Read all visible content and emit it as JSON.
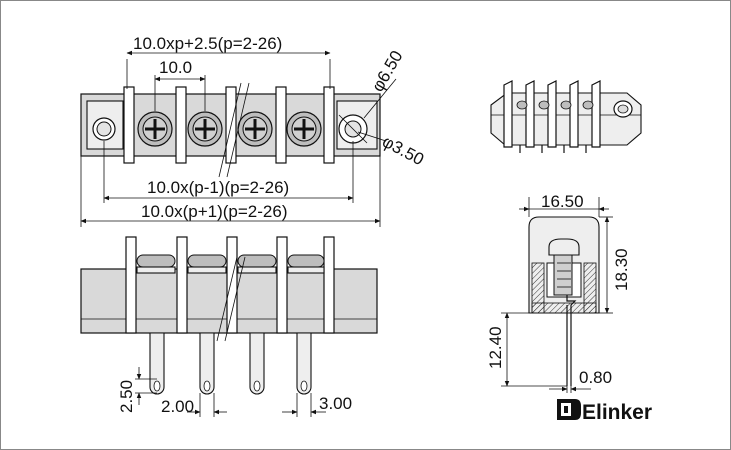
{
  "watermark": "",
  "dimensions": {
    "overall_width": "10.0xp+2.5(p=2-26)",
    "pitch": "10.0",
    "mount_hole_outer": "φ6.50",
    "mount_hole_inner": "φ3.50",
    "hole_span": "10.0x(p-1)(p=2-26)",
    "body_length": "10.0x(p+1)(p=2-26)",
    "side_width": "16.50",
    "side_height": "18.30",
    "pin_length": "12.40",
    "pin_thickness": "0.80",
    "pin_slot": "2.50",
    "pin_width": "2.00",
    "pin_gap": "3.00"
  },
  "brand": {
    "name": "Elinker"
  }
}
